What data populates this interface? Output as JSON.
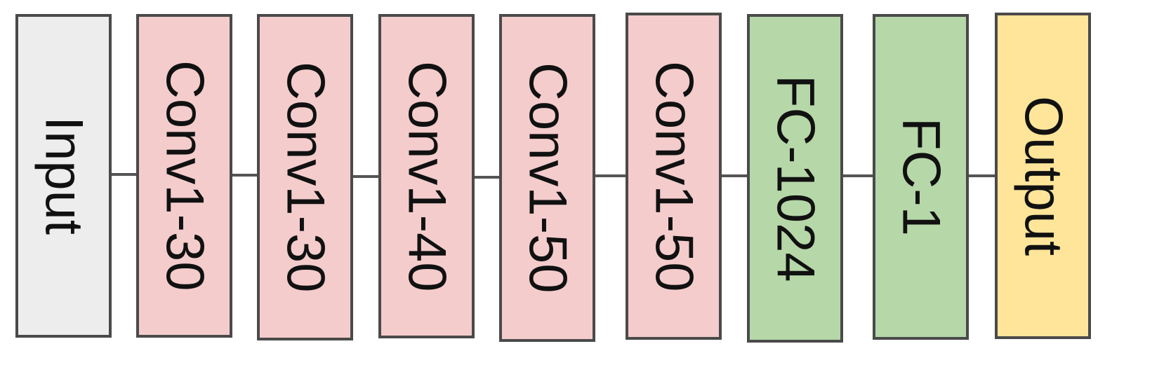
{
  "diagram": {
    "blocks": [
      {
        "label": "Input",
        "kind": "input",
        "color": "#ededed"
      },
      {
        "label": "Conv1-30",
        "kind": "conv",
        "color": "#f4cccc"
      },
      {
        "label": "Conv1-30",
        "kind": "conv",
        "color": "#f4cccc"
      },
      {
        "label": "Conv1-40",
        "kind": "conv",
        "color": "#f4cccc"
      },
      {
        "label": "Conv1-50",
        "kind": "conv",
        "color": "#f4cccc"
      },
      {
        "label": "Conv1-50",
        "kind": "conv",
        "color": "#f4cccc"
      },
      {
        "label": "FC-1024",
        "kind": "fc",
        "color": "#b6d7a8"
      },
      {
        "label": "FC-1",
        "kind": "fc",
        "color": "#b6d7a8"
      },
      {
        "label": "Output",
        "kind": "output",
        "color": "#ffe599"
      }
    ],
    "border_color": "#4a4a4a",
    "connector_color": "#555555"
  }
}
